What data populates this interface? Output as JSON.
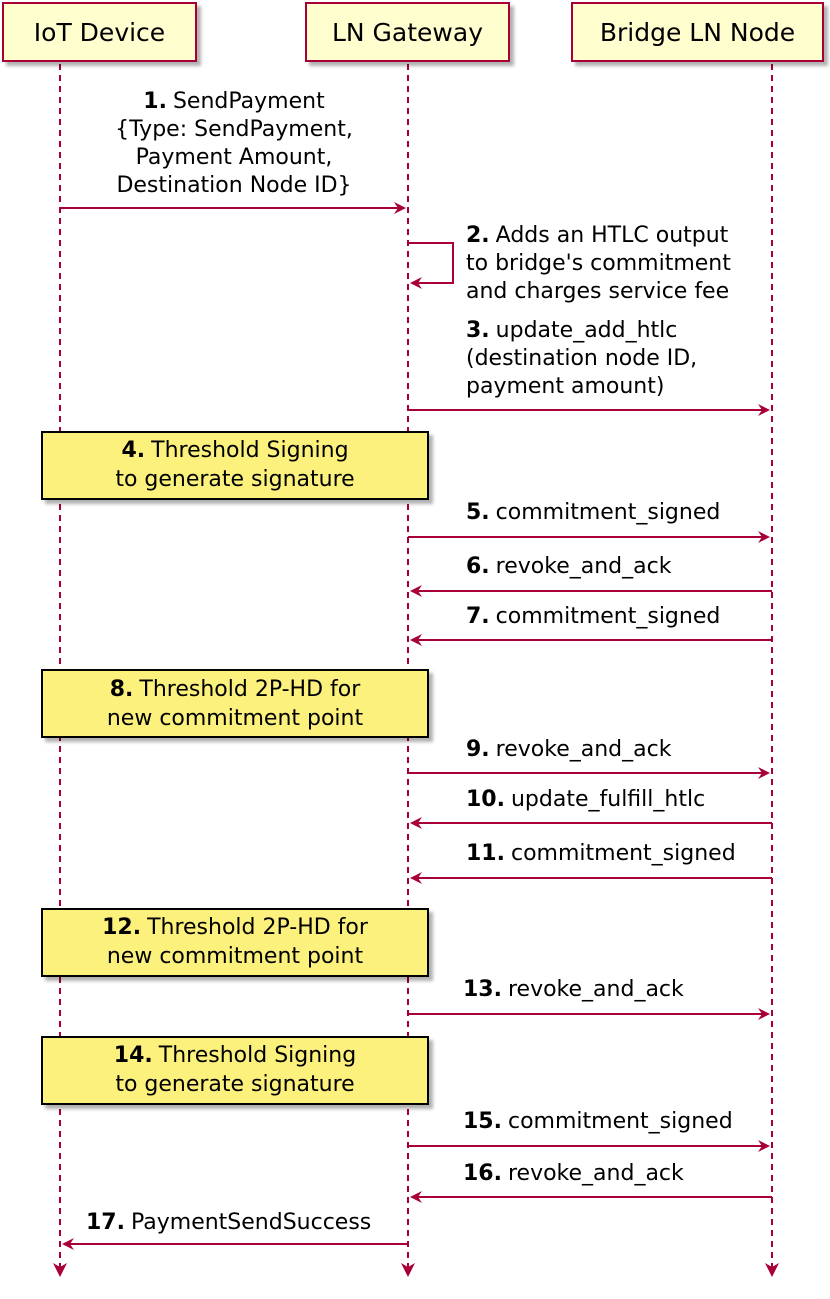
{
  "participants": [
    {
      "id": "iot",
      "label": "IoT Device"
    },
    {
      "id": "gw",
      "label": "LN Gateway"
    },
    {
      "id": "bridge",
      "label": "Bridge LN Node"
    }
  ],
  "colors": {
    "arrow": "#a80036",
    "lifeline": "#a80036",
    "participant_fill": "#fefece",
    "participant_border": "#a80036",
    "note_fill": "#fbf17b",
    "note_border": "#000000",
    "text": "#000000"
  },
  "steps": [
    {
      "kind": "message",
      "number": "1.",
      "from": "iot",
      "to": "gw",
      "lines": [
        "SendPayment",
        "{Type: SendPayment,",
        "Payment Amount,",
        "Destination Node ID}"
      ]
    },
    {
      "kind": "self",
      "number": "2.",
      "on": "gw",
      "lines": [
        "Adds an HTLC output",
        "to bridge's commitment",
        "and charges service fee"
      ]
    },
    {
      "kind": "message",
      "number": "3.",
      "from": "gw",
      "to": "bridge",
      "lines": [
        "update_add_htlc",
        "(destination node ID,",
        "payment amount)"
      ]
    },
    {
      "kind": "note",
      "number": "4.",
      "lines": [
        "Threshold Signing",
        "to generate signature"
      ]
    },
    {
      "kind": "message",
      "number": "5.",
      "from": "gw",
      "to": "bridge",
      "lines": [
        "commitment_signed"
      ]
    },
    {
      "kind": "message",
      "number": "6.",
      "from": "bridge",
      "to": "gw",
      "lines": [
        "revoke_and_ack"
      ]
    },
    {
      "kind": "message",
      "number": "7.",
      "from": "bridge",
      "to": "gw",
      "lines": [
        "commitment_signed"
      ]
    },
    {
      "kind": "note",
      "number": "8.",
      "lines": [
        "Threshold 2P-HD for",
        "new commitment point"
      ]
    },
    {
      "kind": "message",
      "number": "9.",
      "from": "gw",
      "to": "bridge",
      "lines": [
        "revoke_and_ack"
      ]
    },
    {
      "kind": "message",
      "number": "10.",
      "from": "bridge",
      "to": "gw",
      "lines": [
        "update_fulfill_htlc"
      ]
    },
    {
      "kind": "message",
      "number": "11.",
      "from": "bridge",
      "to": "gw",
      "lines": [
        "commitment_signed"
      ]
    },
    {
      "kind": "note",
      "number": "12.",
      "lines": [
        "Threshold 2P-HD for",
        "new commitment point"
      ]
    },
    {
      "kind": "message",
      "number": "13.",
      "from": "gw",
      "to": "bridge",
      "lines": [
        "revoke_and_ack"
      ]
    },
    {
      "kind": "note",
      "number": "14.",
      "lines": [
        "Threshold Signing",
        "to generate signature"
      ]
    },
    {
      "kind": "message",
      "number": "15.",
      "from": "gw",
      "to": "bridge",
      "lines": [
        "commitment_signed"
      ]
    },
    {
      "kind": "message",
      "number": "16.",
      "from": "bridge",
      "to": "gw",
      "lines": [
        "revoke_and_ack"
      ]
    },
    {
      "kind": "message",
      "number": "17.",
      "from": "gw",
      "to": "iot",
      "lines": [
        "PaymentSendSuccess"
      ]
    }
  ]
}
